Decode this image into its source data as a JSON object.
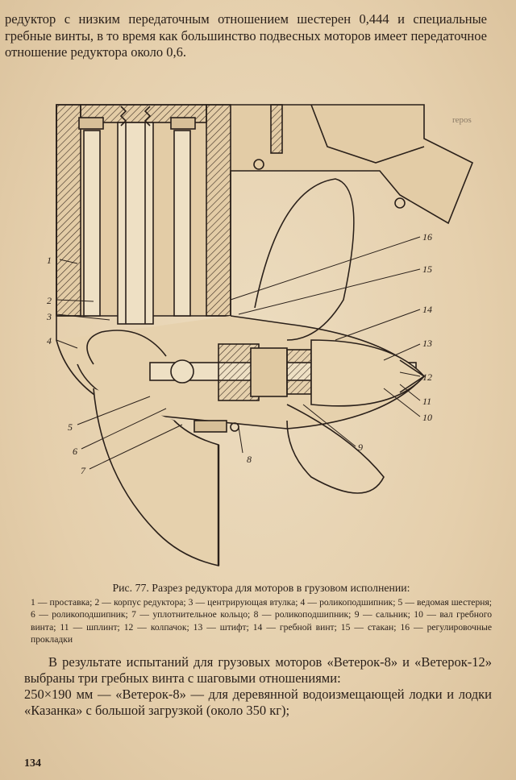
{
  "intro": {
    "text": "редуктор с низким передаточным отношением шестерен 0,444 и специальные гребные винты, в то время как большинство подвесных моторов имеет передаточное отношение редуктора около 0,6."
  },
  "figure": {
    "callouts": [
      "1",
      "2",
      "3",
      "4",
      "5",
      "6",
      "7",
      "8",
      "9",
      "10",
      "11",
      "12",
      "13",
      "14",
      "15",
      "16"
    ],
    "margin_note": "repos"
  },
  "caption": {
    "title": "Рис. 77. Разрез редуктора для моторов в грузовом исполнении:",
    "legend": "1 — проставка; 2 — корпус редуктора; 3 — центрирующая втулка; 4 — роликоподшипник; 5 — ведомая шестерня; 6 — роликоподшипник; 7 — уплотнительное кольцо; 8 — роликоподшипник; 9 — сальник; 10 — вал гребного винта; 11 — шплинт; 12 — колпачок; 13 — штифт; 14 — гребной винт; 15 — стакан; 16 — регулировочные прокладки"
  },
  "body": {
    "paragraph1": "В результате испытаний для грузовых моторов «Ветерок-8» и «Ветерок-12» выбраны три гребных винта с шаговыми отношениями:",
    "paragraph2": "250×190 мм — «Ветерок-8» — для деревянной водоизмещающей лодки и лодки «Казанка» с большой загрузкой (около 350 кг);"
  },
  "page_number": "134"
}
